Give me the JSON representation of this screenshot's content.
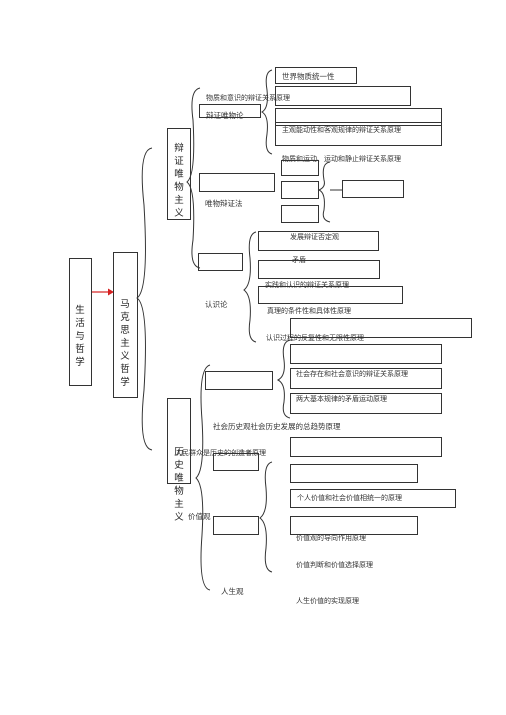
{
  "root": {
    "life": "生活与哲学",
    "marxism": "马克思主义哲学"
  },
  "dialectical": {
    "title": "辩证唯物主义",
    "materialism": "辩证唯物论",
    "world_unity": "世界物质统一性",
    "matter_consciousness": "物质和意识的辩证关系原理",
    "subjective_objective": "主观能动性和客观规律的辩证关系原理",
    "motion_rest": "物质和运动、运动和静止辩证关系原理",
    "dialectics": "唯物辩证法",
    "negation": "发展辩证否定观",
    "contradiction": "矛盾",
    "epistemology": "认识论",
    "practice_cognition": "实践和认识的辩证关系原理",
    "truth": "真理的条件性和具体性原理",
    "cognition_process": "认识过程的反复性和无限性原理"
  },
  "historical": {
    "title": "历史唯物主义",
    "being_consciousness": "社会存在和社会意识的辩证关系原理",
    "two_laws": "两大基本规律的矛盾运动原理",
    "social_history": "社会历史观社会历史发展的总趋势原理",
    "masses": "人民群众是历史的创造者原理",
    "value": "价值观",
    "personal_social_value": "个人价值和社会价值相统一的原理",
    "value_guide": "价值观的导向作用原理",
    "value_choice": "价值判断和价值选择原理",
    "life_view": "人生观",
    "life_value": "人生价值的实现原理"
  },
  "colors": {
    "line": "#333333",
    "arrow": "#d62020"
  }
}
